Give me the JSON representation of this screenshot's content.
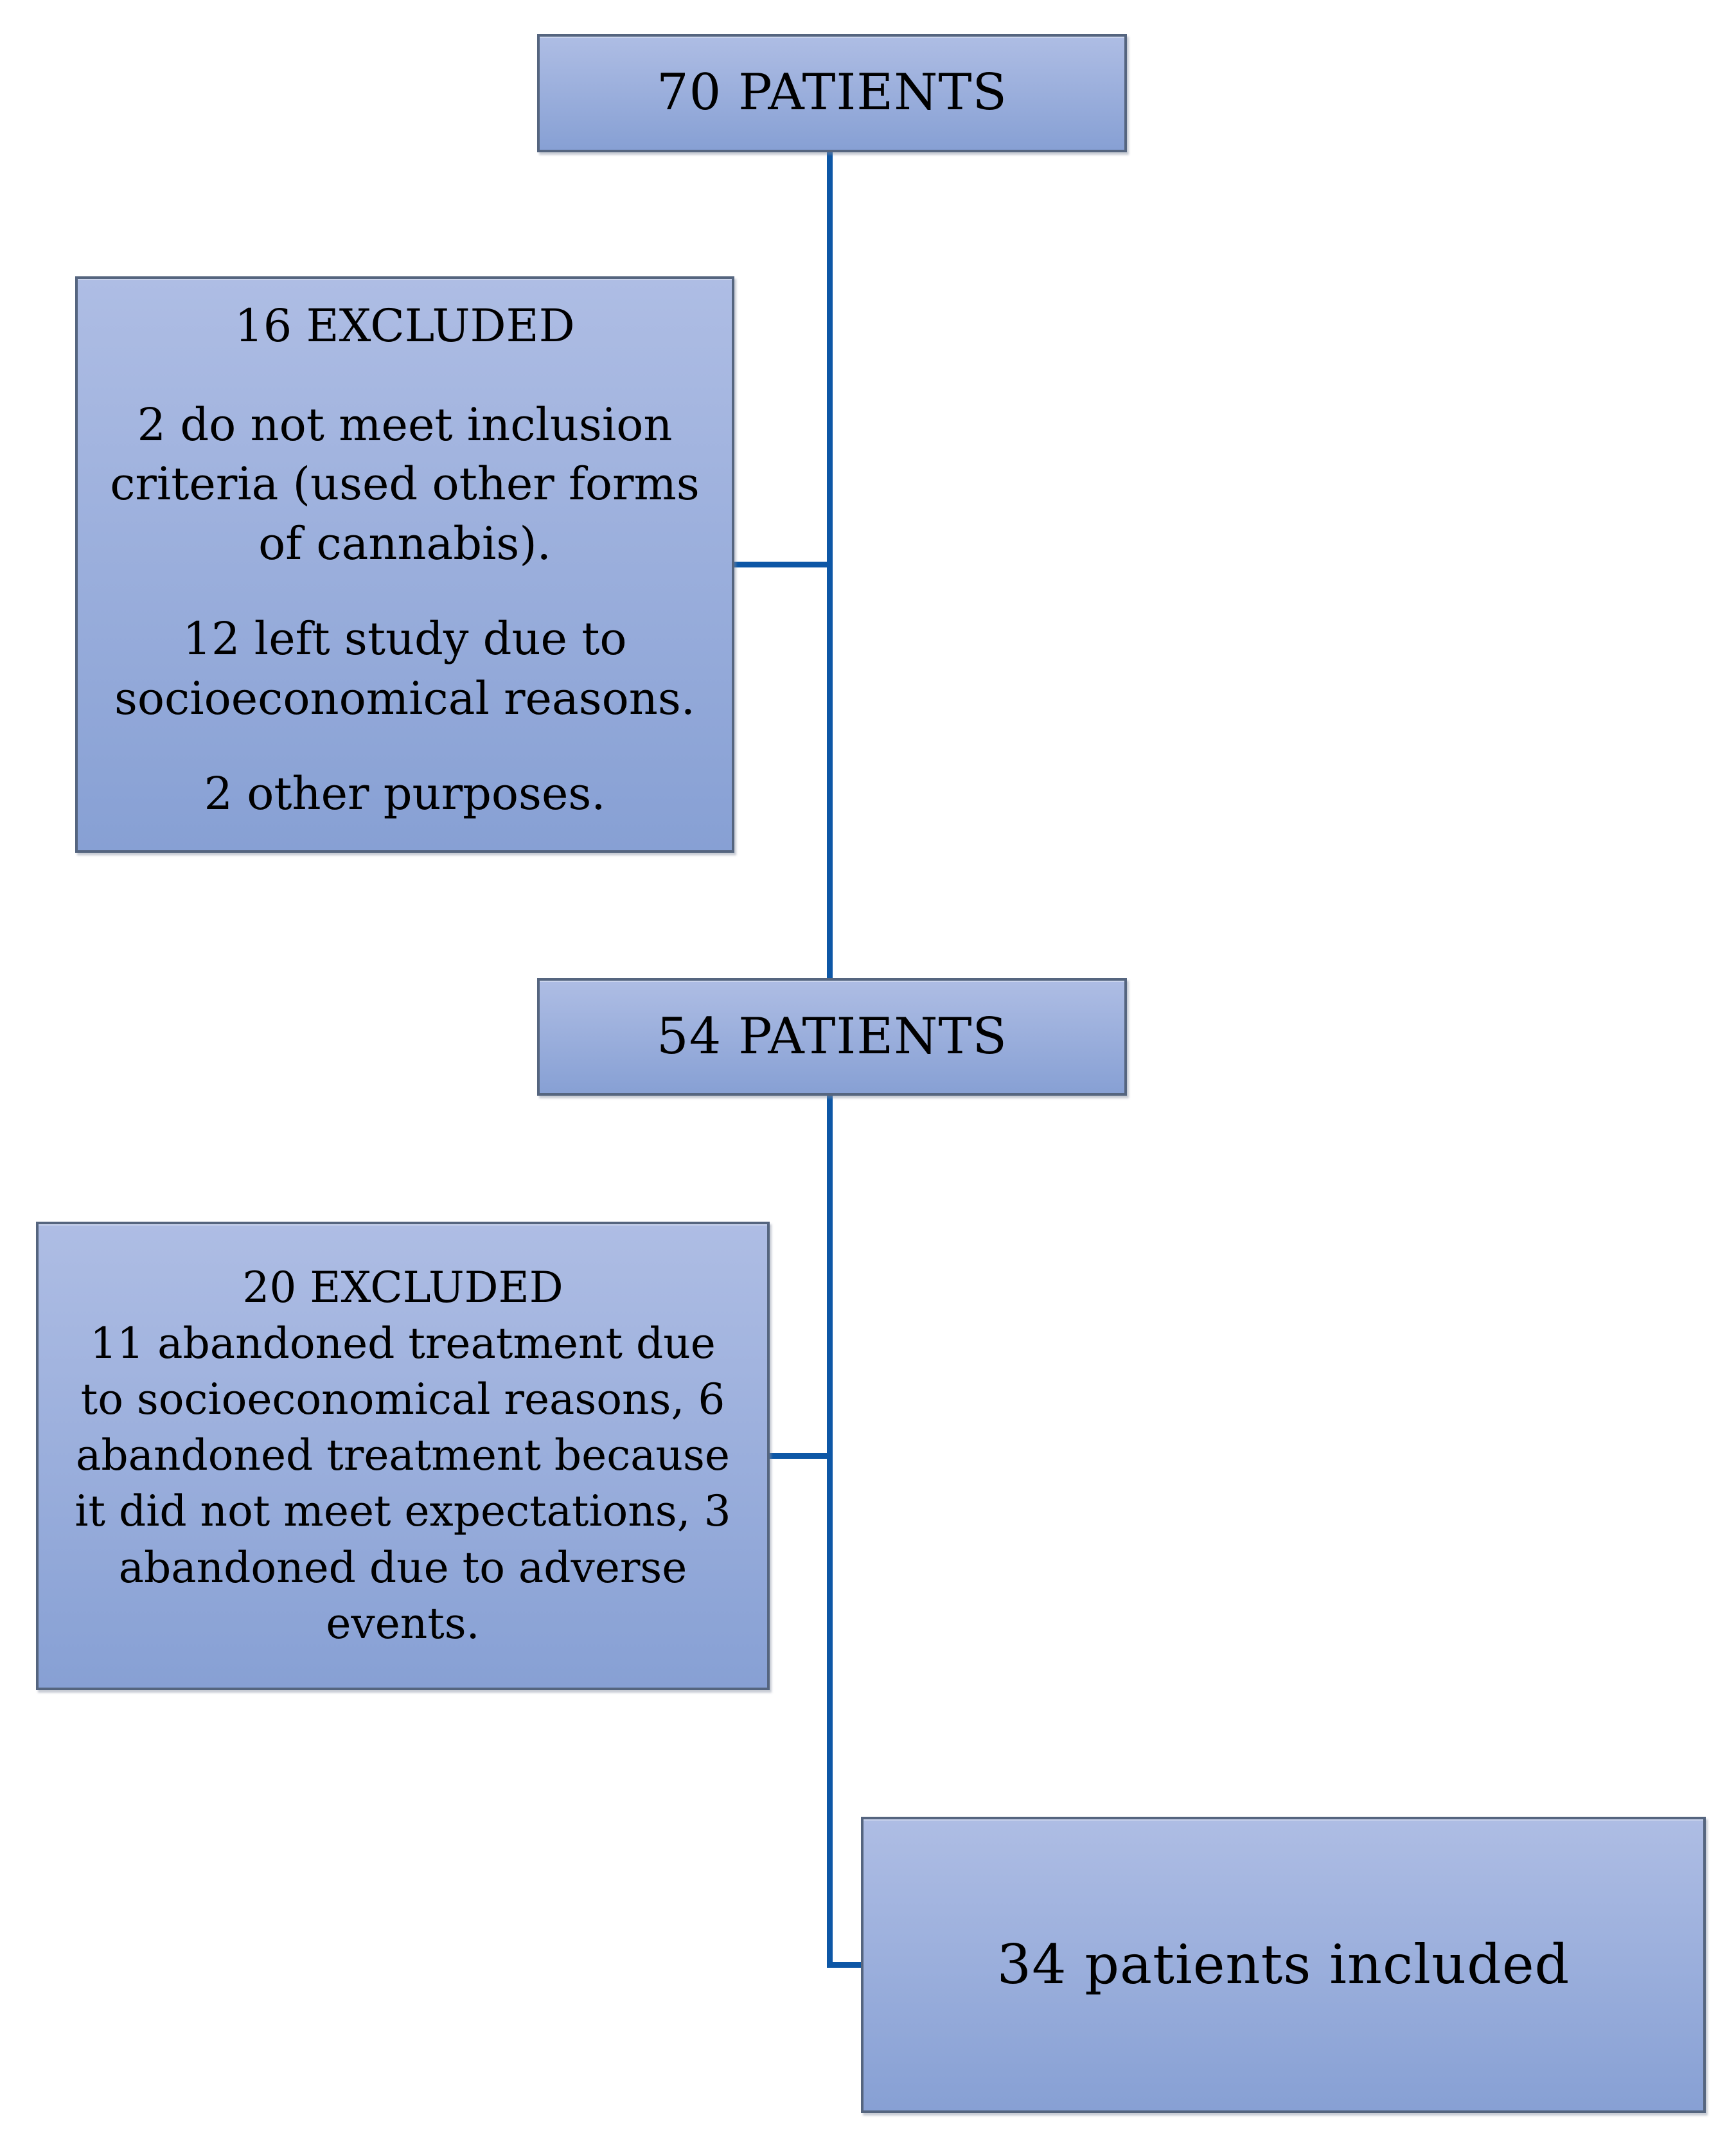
{
  "figure": {
    "background": "#ffffff",
    "colors": {
      "box_fill_top": "#aebde4",
      "box_fill_bottom": "#87a0d4",
      "box_border": "#55657f",
      "connector": "#0d57a6",
      "text": "#000000"
    },
    "boxes": {
      "patients_70": {
        "label": "70 PATIENTS"
      },
      "excluded_16": {
        "title": "16 EXCLUDED",
        "items": [
          "2 do not meet inclusion\ncriteria (used other forms\nof cannabis).",
          "12 left study due to\nsocioeconomical reasons.",
          "2 other purposes."
        ]
      },
      "patients_54": {
        "label": "54 PATIENTS"
      },
      "excluded_20": {
        "title": "20 EXCLUDED",
        "body": "11 abandoned treatment due\nto socioeconomical reasons, 6\nabandoned treatment because\nit did not meet expectations, 3\nabandoned due to adverse\nevents."
      },
      "included_34": {
        "label": "34 patients included"
      }
    }
  }
}
